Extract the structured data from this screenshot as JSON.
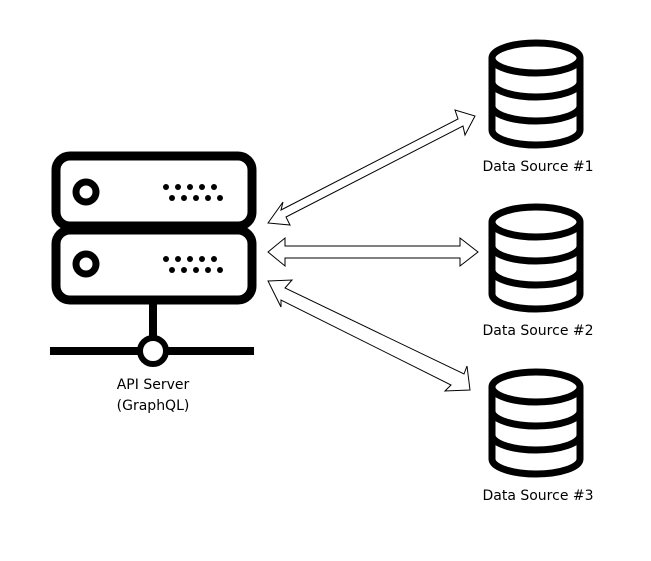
{
  "server": {
    "icon": "server-rack-icon",
    "label_line1": "API Server",
    "label_line2": "(GraphQL)"
  },
  "data_sources": [
    {
      "icon": "database-icon",
      "label": "Data Source #1"
    },
    {
      "icon": "database-icon",
      "label": "Data Source #2"
    },
    {
      "icon": "database-icon",
      "label": "Data Source #3"
    }
  ],
  "connections": [
    {
      "from": "API Server",
      "to": "Data Source #1",
      "direction": "bidirectional"
    },
    {
      "from": "API Server",
      "to": "Data Source #2",
      "direction": "bidirectional"
    },
    {
      "from": "API Server",
      "to": "Data Source #3",
      "direction": "bidirectional"
    }
  ],
  "colors": {
    "ink": "#000000",
    "background": "#ffffff"
  }
}
